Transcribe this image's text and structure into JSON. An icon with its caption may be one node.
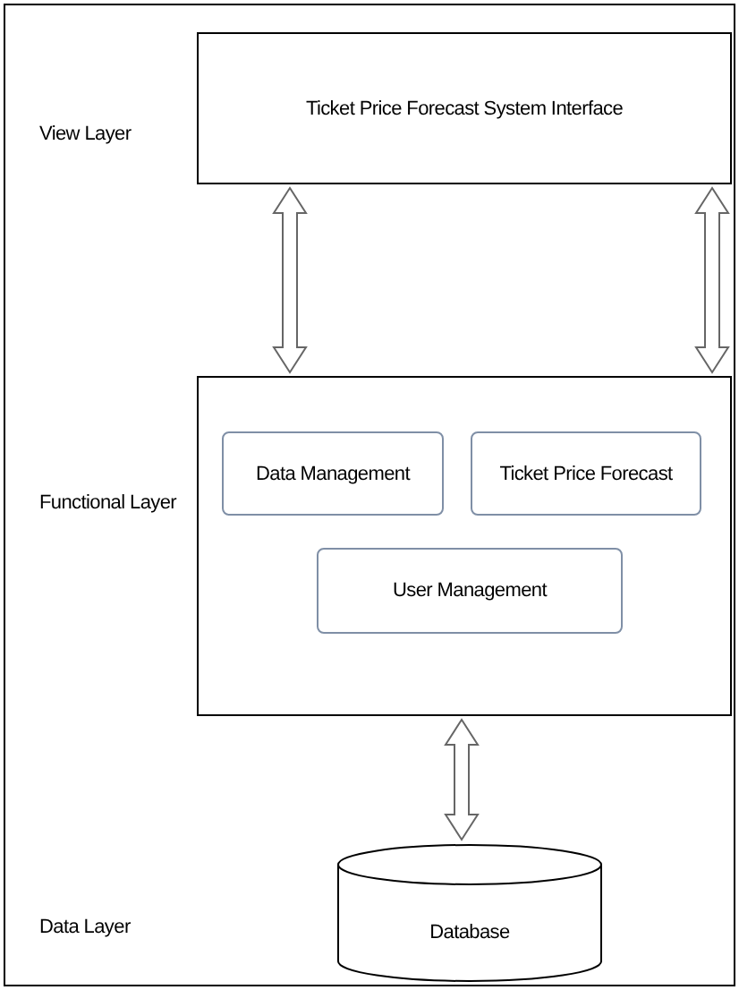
{
  "diagram": {
    "nodes": [
      {
        "text": [
          "Ticket Price Forecast System Interface"
        ]
      },
      {
        "text": [],
        "shape": "box"
      },
      {
        "text": [
          "Data Management"
        ],
        "in": 1
      },
      {
        "text": [
          "Ticket Price Forecast"
        ],
        "in": 1
      },
      {
        "text": [
          "User Management"
        ],
        "in": 1
      },
      {
        "text": [
          "Database"
        ]
      }
    ],
    "edges": [
      {
        "from": 0,
        "to": 1,
        "arrow": "both"
      },
      {
        "from": 0,
        "to": 1,
        "arrow": "both"
      },
      {
        "from": 1,
        "to": 5,
        "arrow": "both"
      }
    ],
    "labels": [
      "View Layer",
      "Functional Layer",
      "Data Layer"
    ]
  }
}
